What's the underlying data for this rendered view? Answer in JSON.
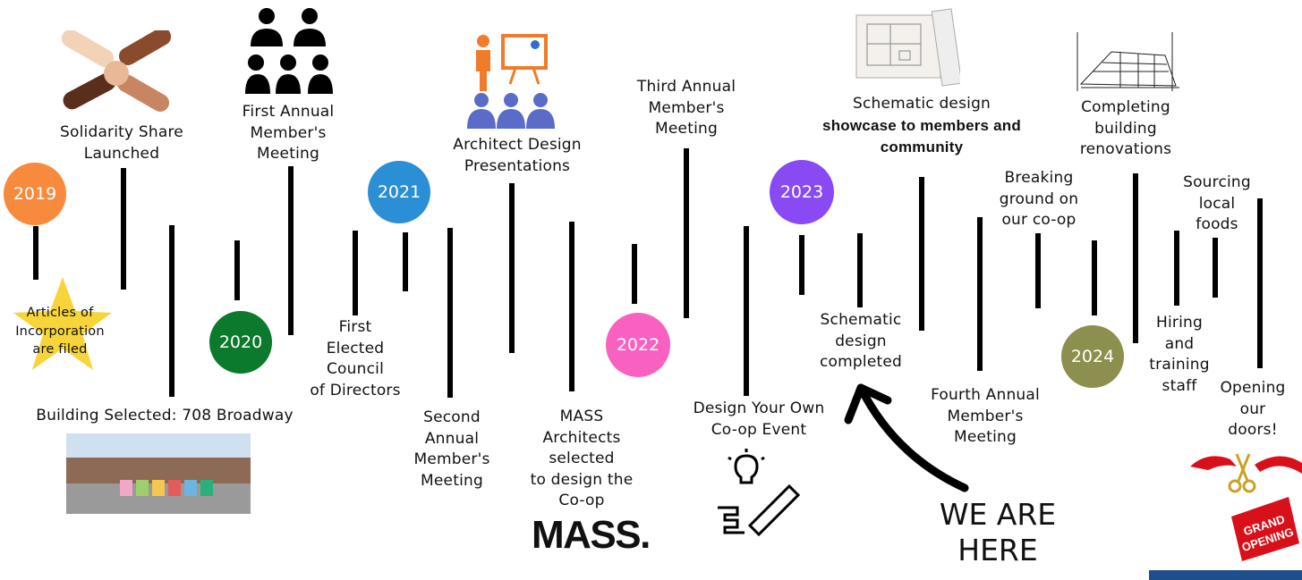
{
  "events": {
    "y2019": "2019",
    "y2020": "2020",
    "y2021": "2021",
    "y2022": "2022",
    "y2023": "2023",
    "y2024": "2024",
    "articles": "Articles of\nIncorporation\nare filed",
    "solidarity": "Solidarity Share\nLaunched",
    "building": "Building Selected: 708 Broadway",
    "first_annual": "First Annual\nMember's\nMeeting",
    "first_elected": "First\nElected\nCouncil\nof Directors",
    "second_annual": "Second\nAnnual\nMember's\nMeeting",
    "architect_pres": "Architect Design\nPresentations",
    "mass_selected": "MASS\nArchitects\nselected\nto design the\nCo-op",
    "third_annual": "Third Annual\nMember's\nMeeting",
    "design_event": "Design Your Own\nCo-op Event",
    "schematic_completed": "Schematic\ndesign\ncompleted",
    "schematic_showcase_1": "Schematic design",
    "schematic_showcase_2": "showcase to members and\ncommunity",
    "fourth_annual": "Fourth Annual\nMember's\nMeeting",
    "breaking_ground": "Breaking\nground on\nour co-op",
    "completing_reno": "Completing\nbuilding\nrenovations",
    "hiring": "Hiring\nand\ntraining\nstaff",
    "sourcing": "Sourcing\nlocal\nfoods",
    "opening": "Opening\nour\ndoors!"
  },
  "mass_logo": "MASS.",
  "we_are_here": "WE ARE\nHERE",
  "grand_opening": "GRAND\nOPENING",
  "colors": {
    "y2019": "#f78a3c",
    "y2020": "#0b7a2c",
    "y2021": "#2b8fd6",
    "y2022": "#f861bf",
    "y2023": "#8a4af3",
    "y2024": "#8c8f4d",
    "star": "#f7d43a"
  },
  "icons": [
    "hands-icon",
    "people-group-icon",
    "presenter-icon",
    "blueprint-icon",
    "building-sketch-icon",
    "lightbulb-pencil-icon",
    "ribbon-scissors-icon",
    "arrow-icon"
  ]
}
